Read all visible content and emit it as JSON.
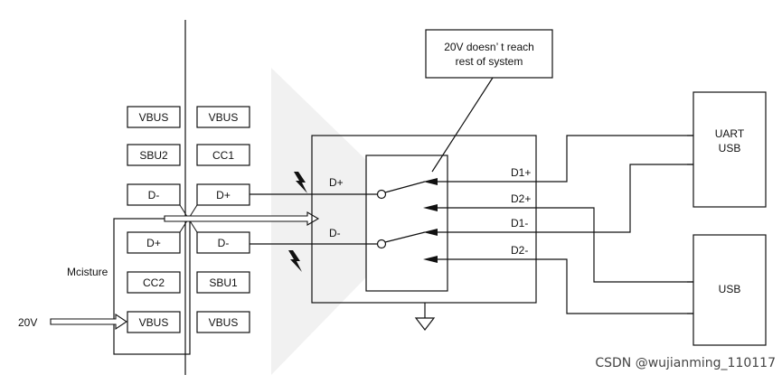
{
  "connector": {
    "left_pins": [
      "VBUS",
      "SBU2",
      "D-",
      "D+",
      "CC2",
      "VBUS"
    ],
    "right_pins": [
      "VBUS",
      "CC1",
      "D+",
      "D-",
      "SBU1",
      "VBUS"
    ]
  },
  "labels": {
    "moisture": "Mcisture",
    "input_voltage": "20V",
    "callout_line1": "20V doesn’ t reach",
    "callout_line2": "rest of system",
    "switch_in_plus": "D+",
    "switch_in_minus": "D-",
    "out_d1_plus": "D1+",
    "out_d2_plus": "D2+",
    "out_d1_minus": "D1-",
    "out_d2_minus": "D2-",
    "uart_line1": "UART",
    "uart_line2": "USB",
    "usb": "USB"
  },
  "icons": {
    "lightning": "lightning-bolt-icon",
    "ground": "ground-symbol-icon"
  },
  "watermark": "CSDN @wujianming_110117",
  "colors": {
    "line": "#111111",
    "background_arrow": "#f1f1f1"
  }
}
